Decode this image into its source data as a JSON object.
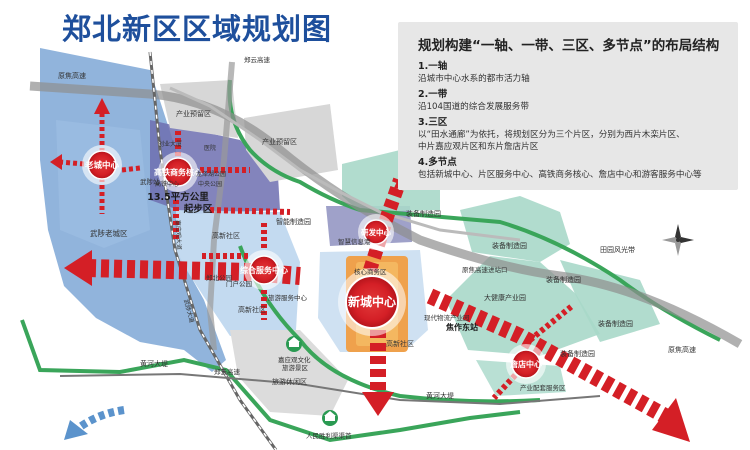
{
  "title": "郑北新区区域规划图",
  "info": {
    "title": "规划构建“一轴、一带、三区、多节点”的布局结构",
    "items": [
      {
        "head": "1.一轴",
        "lines": [
          "沿城市中心水系的都市活力轴"
        ]
      },
      {
        "head": "2.一带",
        "lines": [
          "沿104国道的综合发展服务带"
        ]
      },
      {
        "head": "3.三区",
        "lines": [
          "以“田水通廊”为依托，将规划区分为三个片区，分别为西片木栾片区、",
          "中片嘉应观片区和东片詹店片区"
        ]
      },
      {
        "head": "4.多节点",
        "lines": [
          "包括新城中心、片区服务中心、高铁商务核心、詹店中心和游客服务中心等"
        ]
      }
    ]
  },
  "centers": {
    "laocheng": "老城中心",
    "gaotie": "高铁商务核心",
    "zonghe": "综合服务中心",
    "xincheng": "新城中心",
    "yanfa": "研发中心",
    "zhandian": "詹店中心"
  },
  "labels": {
    "yuanjiao_gaosu_top": "原焦高速",
    "yuanjiao_gaosu_right": "原焦高速",
    "zhengyun_gaosu_top": "郑云高速",
    "zhengyun_gaosu_bottom": "郑云高速",
    "chanye_yubei_1": "产业预留区",
    "chanye_yubei_2": "产业预留区",
    "chuangye_dasha": "创业大厦",
    "yiyuan": "医院",
    "gaotie_zhongxin": "高铁中心",
    "longzhan_gongyuan": "龙泽湖公园",
    "gaotie_zhan": "中央公园",
    "wuzhi_huanbei": "武陟站",
    "qibu_area": "13.5平方公里",
    "qibu_zone": "起步区",
    "wuzhi_laocheng": "武陟老城区",
    "gaoxin_1": "高新社区",
    "gaoxin_2": "高新社区",
    "gaoxin_3": "高新社区",
    "zhihui_zhizao": "智能制造园",
    "zhihui_xinxi": "智慧信息港",
    "zhuangbei_1": "装备制造园",
    "zhuangbei_2": "装备制造园",
    "zhuangbei_3": "装备制造园",
    "zhuangbei_4": "装备制造园",
    "zhuangbei_5": "装备制造园",
    "hexin_shangwu": "核心商务区",
    "yuanjiao_gangkou": "原焦高速进站口",
    "da_jiankang": "大健康产业园",
    "xiandai_wuliu": "现代物流产业园",
    "jiaozuo_dongzhan": "焦作东站",
    "tiantian_fengguang": "田园风光带",
    "lvyou_fuwu": "旅游服务中心",
    "lvyou_xiuxian": "旅游休闲区",
    "jiaying_guan": "嘉应观文化",
    "lvyou_jingqu": "旅游景区",
    "huanghe_dadi_1": "黄河大堤",
    "huanghe_dadi_2": "黄河大堤",
    "chanye_peitao": "产业配套服务区",
    "renmin_shengli": "人民胜利渠渠首",
    "zhengbei_men": "门户公园",
    "gongye_qu": "郑北公园",
    "tianyi_road": "武陟大道",
    "tianyi_vert": "嘉应观大道"
  }
}
